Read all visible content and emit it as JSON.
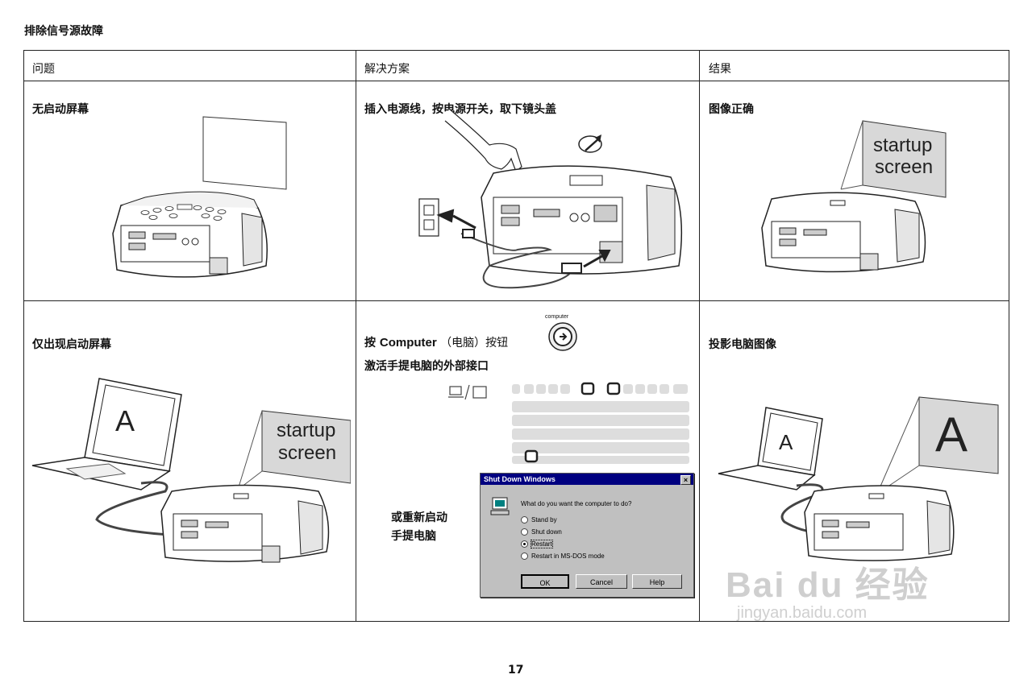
{
  "page_title": "排除信号源故障",
  "columns": {
    "problem": "问题",
    "solution": "解决方案",
    "result": "结果"
  },
  "rows": [
    {
      "problem": "无启动屏幕",
      "solution": "插入电源线，按电源开关，取下镜头盖",
      "result": "图像正确",
      "result_screen_text": [
        "startup",
        "screen"
      ]
    },
    {
      "problem": "仅出现启动屏幕",
      "problem_screen_text": [
        "startup",
        "screen"
      ],
      "laptop_letter": "A",
      "solution_line1_prefix": "按 ",
      "solution_line1_bold": "Computer",
      "solution_line1_suffix": " （电脑）按钮",
      "solution_line2": "激活手提电脑的外部接口",
      "computer_button_label": "computer",
      "alt_action": [
        "或重新启动",
        "手提电脑"
      ],
      "result": "投影电脑图像",
      "result_letter": "A"
    }
  ],
  "dialog": {
    "title": "Shut Down Windows",
    "close": "×",
    "question": "What do you want the computer to do?",
    "options": [
      "Stand by",
      "Shut down",
      "Restart",
      "Restart in MS-DOS mode"
    ],
    "selected_index": 2,
    "buttons": {
      "ok": "OK",
      "cancel": "Cancel",
      "help": "Help"
    }
  },
  "page_number": "17",
  "watermark": {
    "brand": "Bai du 经验",
    "url": "jingyan.baidu.com"
  }
}
